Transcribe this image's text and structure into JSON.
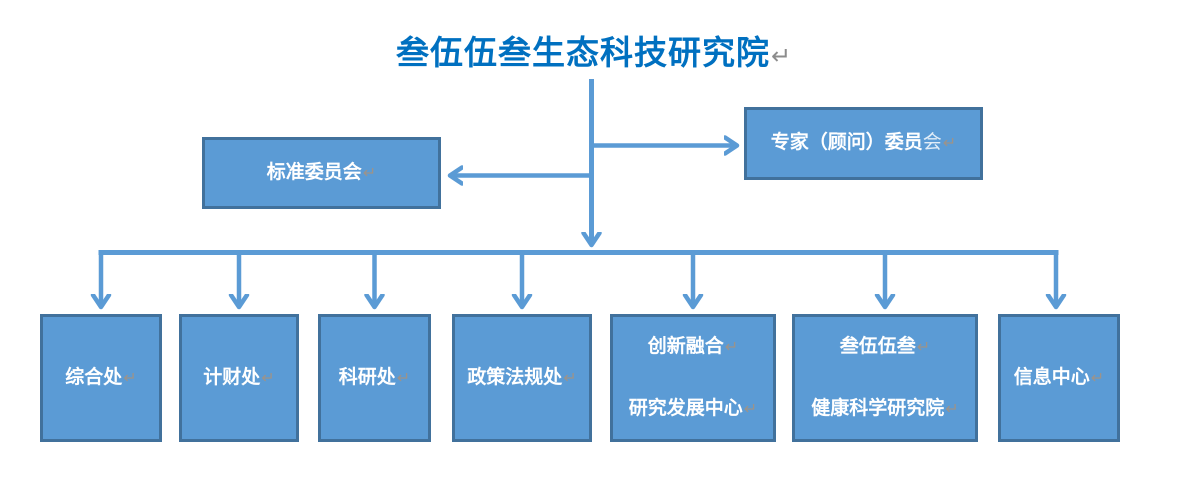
{
  "title": {
    "text": "叁伍伍叁生态科技研究院"
  },
  "marks": {
    "paragraph": "↵"
  },
  "committees": {
    "standards": {
      "label": "标准委员会"
    },
    "expert": {
      "label_bold": "专家（顾问）委员",
      "label_regular": "会"
    }
  },
  "departments": [
    {
      "lines": [
        "综合处"
      ]
    },
    {
      "lines": [
        "计财处"
      ]
    },
    {
      "lines": [
        "科研处"
      ]
    },
    {
      "lines": [
        "政策法规处"
      ]
    },
    {
      "lines": [
        "创新融合",
        "研究发展中心"
      ]
    },
    {
      "lines": [
        "叁伍伍叁",
        "健康科学研究院"
      ]
    },
    {
      "lines": [
        "信息中心"
      ]
    }
  ],
  "colors": {
    "box_fill": "#5B9BD5",
    "box_border": "#41719C",
    "connector": "#5B9BD5",
    "title_text": "#0070C0",
    "box_text": "#FFFFFF",
    "format_mark": "#9C938A"
  }
}
